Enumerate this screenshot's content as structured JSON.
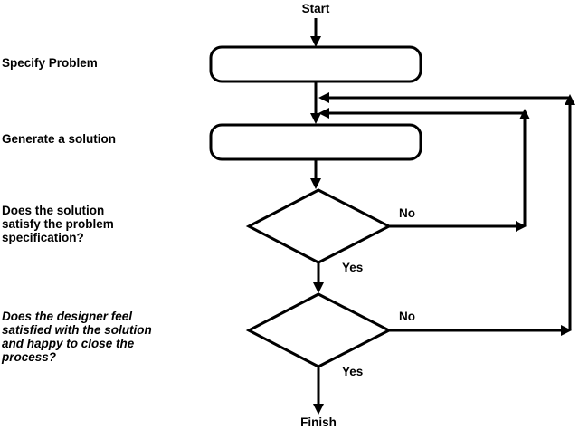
{
  "flowchart": {
    "terminals": {
      "start": "Start",
      "finish": "Finish"
    },
    "steps": [
      {
        "label": "Specify Problem"
      },
      {
        "label": "Generate a solution"
      }
    ],
    "decisions": [
      {
        "lines": [
          "Does the solution",
          "satisfy the problem",
          "specification?"
        ],
        "no_label": "No",
        "yes_label": "Yes"
      },
      {
        "lines": [
          "Does the designer feel",
          "satisfied with the solution",
          "and happy to close the",
          "process?"
        ],
        "no_label": "No",
        "yes_label": "Yes"
      }
    ]
  }
}
